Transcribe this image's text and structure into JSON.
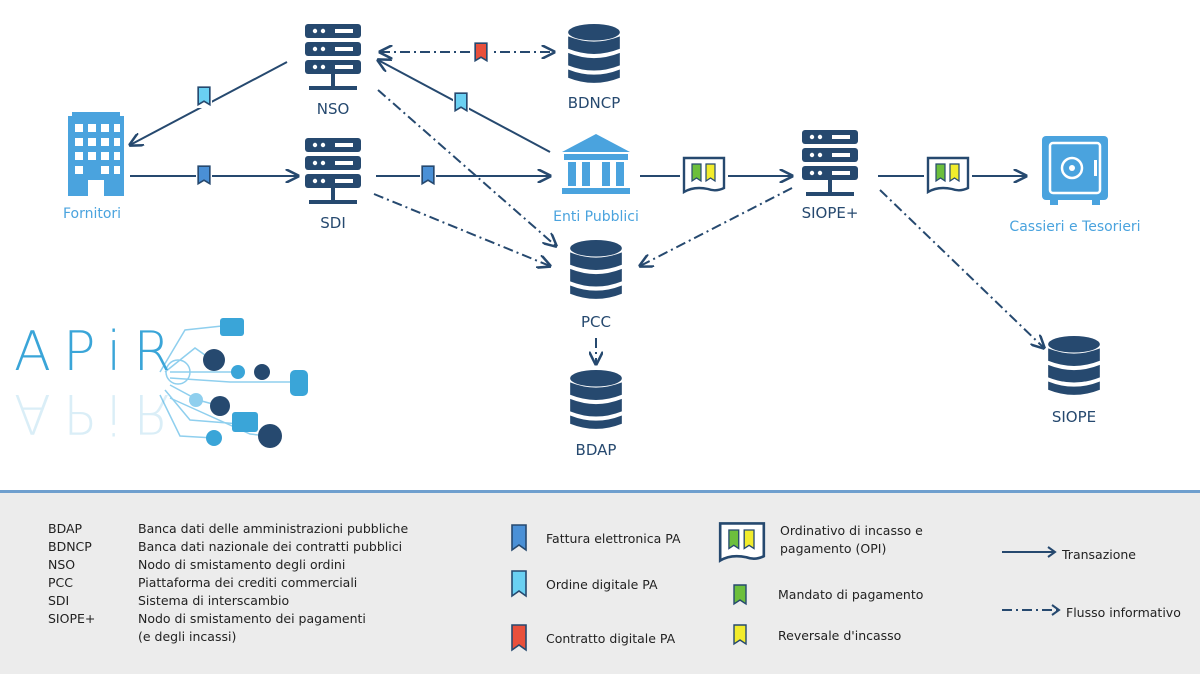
{
  "nodes": {
    "nso": "NSO",
    "bdncp": "BDNCP",
    "fornitori": "Fornitori",
    "sdi": "SDI",
    "enti": "Enti Pubblici",
    "siope_plus": "SIOPE+",
    "cassieri": "Cassieri e Tesorieri",
    "pcc": "PCC",
    "bdap": "BDAP",
    "siope": "SIOPE"
  },
  "logo": {
    "text": "APiR"
  },
  "legend": {
    "abbreviations": [
      {
        "abbr": "BDAP",
        "desc": "Banca dati delle amministrazioni pubbliche"
      },
      {
        "abbr": "BDNCP",
        "desc": "Banca dati nazionale dei contratti pubblici"
      },
      {
        "abbr": "NSO",
        "desc": "Nodo di smistamento degli ordini"
      },
      {
        "abbr": "PCC",
        "desc": "Piattaforma  dei crediti commerciali"
      },
      {
        "abbr": "SDI",
        "desc": "Sistema di interscambio"
      },
      {
        "abbr": "SIOPE+",
        "desc": "Nodo di smistamento dei pagamenti"
      }
    ],
    "siope_desc_2": "(e degli incassi)",
    "documents": {
      "fattura": "Fattura elettronica PA",
      "ordine": "Ordine digitale PA",
      "contratto": "Contratto digitale PA",
      "opi_1": "Ordinativo di incasso e",
      "opi_2": "pagamento (OPI)",
      "mandato": "Mandato di pagamento",
      "reversale": "Reversale d'incasso"
    },
    "lines": {
      "transazione": "Transazione",
      "flusso": "Flusso informativo"
    }
  },
  "colors": {
    "navy": "#26496f",
    "light_blue": "#4aa3de",
    "fattura": "#4a90d6",
    "ordine": "#6ad0f2",
    "contratto": "#e8503c",
    "mandato": "#6cbf3c",
    "reversale": "#f2ec2c",
    "legend_bg": "#ececec"
  }
}
